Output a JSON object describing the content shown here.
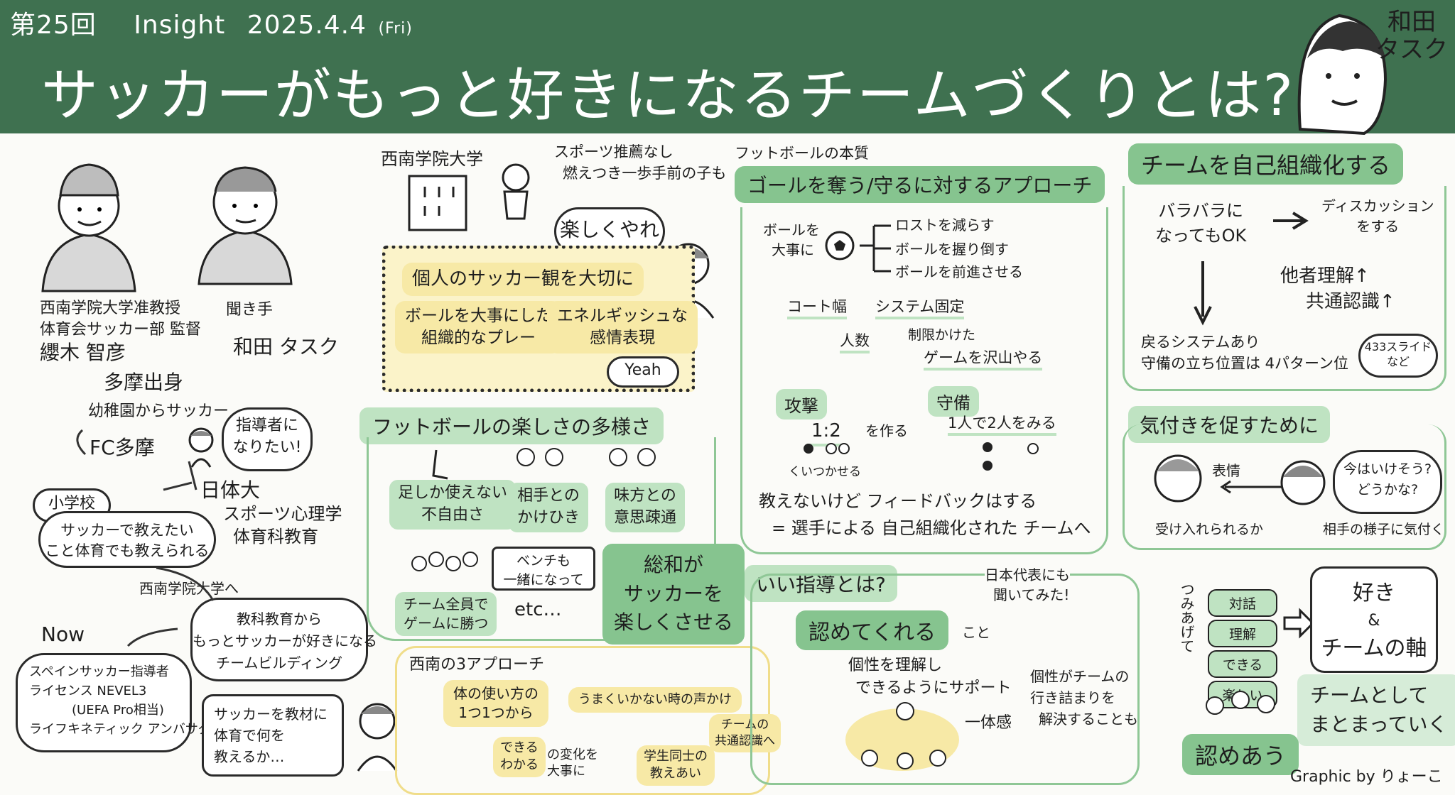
{
  "header": {
    "episode": "第25回",
    "event": "Insight",
    "date": "2025.4.4",
    "day_of_week": "(Fri)",
    "title": "サッカーがもっと好きになるチームづくりとは?",
    "author_name_line1": "和田",
    "author_name_line2": "タスク"
  },
  "speakers": {
    "speaker1_title": "西南学院大学准教授",
    "speaker1_role": "体育会サッカー部 監督",
    "speaker1_name": "纓木 智彦",
    "speaker2_role": "聞き手",
    "speaker2_name": "和田 タスク"
  },
  "biography": {
    "origin": "多摩出身",
    "kindergarten": "幼稚園からサッカー",
    "fc": "FC多摩",
    "bubble_coach": "指導者になりたい!",
    "univ": "日体大",
    "elementary": "小学校",
    "teach_line1": "サッカーで教えたい",
    "teach_line2": "こと体育でも教えられる",
    "sports_psych": "スポーツ心理学",
    "pe_education": "体育科教育",
    "to_seinan": "西南学院大学へ",
    "now": "Now",
    "cloud_line1": "教科教育から",
    "cloud_line2": "もっとサッカーが好きになる",
    "cloud_line3": "チームビルディング",
    "license_line1": "スペインサッカー指導者",
    "license_line2": "ライセンス NEVEL3",
    "license_line3": "(UEFA Pro相当)",
    "license_line4": "ライフキネティック アンバサダー",
    "question_line1": "サッカーを教材に",
    "question_line2": "体育で何を",
    "question_line3": "教えるか…"
  },
  "seinan": {
    "univ_label": "西南学院大学",
    "recommend_line1": "スポーツ推薦なし",
    "recommend_line2": "燃えつき一歩手前の子も",
    "speech_enjoy": "楽しくやれ",
    "value_title": "個人のサッカー観を大切に",
    "value_left_line1": "ボールを大事にした",
    "value_left_line2": "組織的なプレー",
    "value_right_line1": "エネルギッシュな",
    "value_right_line2": "感情表現",
    "yeah": "Yeah"
  },
  "diversity": {
    "title": "フットボールの楽しさの多様さ",
    "item1_line1": "足しか使えない",
    "item1_line2": "不自由さ",
    "item2_line1": "相手との",
    "item2_line2": "かけひき",
    "item3_line1": "味方との",
    "item3_line2": "意思疎通",
    "item4_line1": "チーム全員で",
    "item4_line2": "ゲームに勝つ",
    "bench_line1": "ベンチも",
    "bench_line2": "一緒になって",
    "etc": "etc…",
    "summary_line1": "総和が",
    "summary_line2": "サッカーを",
    "summary_line3": "楽しくさせる"
  },
  "approach3": {
    "title": "西南の3アプローチ",
    "a1_line1": "体の使い方の",
    "a1_line2": "1つ1つから",
    "a2": "うまくいかない時の声かけ",
    "a3_line1": "できる",
    "a3_line2": "わかる",
    "a3_suffix_line1": "の変化を",
    "a3_suffix_line2": "大事に",
    "a4_line1": "学生同士の",
    "a4_line2": "教えあい",
    "a5_line1": "チームの",
    "a5_line2": "共通認識へ"
  },
  "essence": {
    "label": "フットボールの本質",
    "title": "ゴールを奪う/守るに対するアプローチ",
    "ball_line1": "ボールを",
    "ball_line2": "大事に",
    "branch1": "ロストを減らす",
    "branch2": "ボールを握り倒す",
    "branch3": "ボールを前進させる",
    "court": "コート幅",
    "system": "システム固定",
    "people": "人数",
    "limit": "制限かけた",
    "games": "ゲームを沢山やる",
    "attack": "攻撃",
    "defense": "守備",
    "attack_ratio": "1:2",
    "attack_suffix": "を作る",
    "defense_ratio": "1人で2人をみる",
    "attack_note": "くいつかせる",
    "feedback": "教えないけど フィードバックはする",
    "conclusion": "= 選手による 自己組織化された チームへ"
  },
  "self_org": {
    "title": "チームを自己組織化する",
    "scatter_line1": "バラバラに",
    "scatter_line2": "なってもOK",
    "discussion_line1": "ディスカッション",
    "discussion_line2": "をする",
    "understand": "他者理解↑",
    "common": "共通認識↑",
    "return_system": "戻るシステムあり",
    "positions": "守備の立ち位置は 4パターン位",
    "slide_line1": "433スライド",
    "slide_line2": "など"
  },
  "awareness": {
    "title": "気付きを促すために",
    "expression": "表情",
    "accept": "受け入れられるか",
    "bubble_line1": "今はいけそう?",
    "bubble_line2": "どうかな?",
    "notice": "相手の様子に気付く"
  },
  "good_coaching": {
    "title": "いい指導とは?",
    "national_line1": "日本代表にも",
    "national_line2": "聞いてみた!",
    "recognize": "認めてくれる",
    "koto": "こと",
    "support_line1": "個性を理解し",
    "support_line2": "できるようにサポート",
    "unity": "一体感",
    "solve_line1": "個性がチームの",
    "solve_line2": "行き詰まりを",
    "solve_line3": "解決することも"
  },
  "result": {
    "stack_label": "つみあげて",
    "stack": [
      "対話",
      "理解",
      "できる",
      "楽しい"
    ],
    "like": "好き",
    "amp": "&",
    "axis": "チームの軸",
    "together_line1": "チームとして",
    "together_line2": "まとまっていく",
    "mutual": "認めあう",
    "credit": "Graphic by りょーこ"
  }
}
